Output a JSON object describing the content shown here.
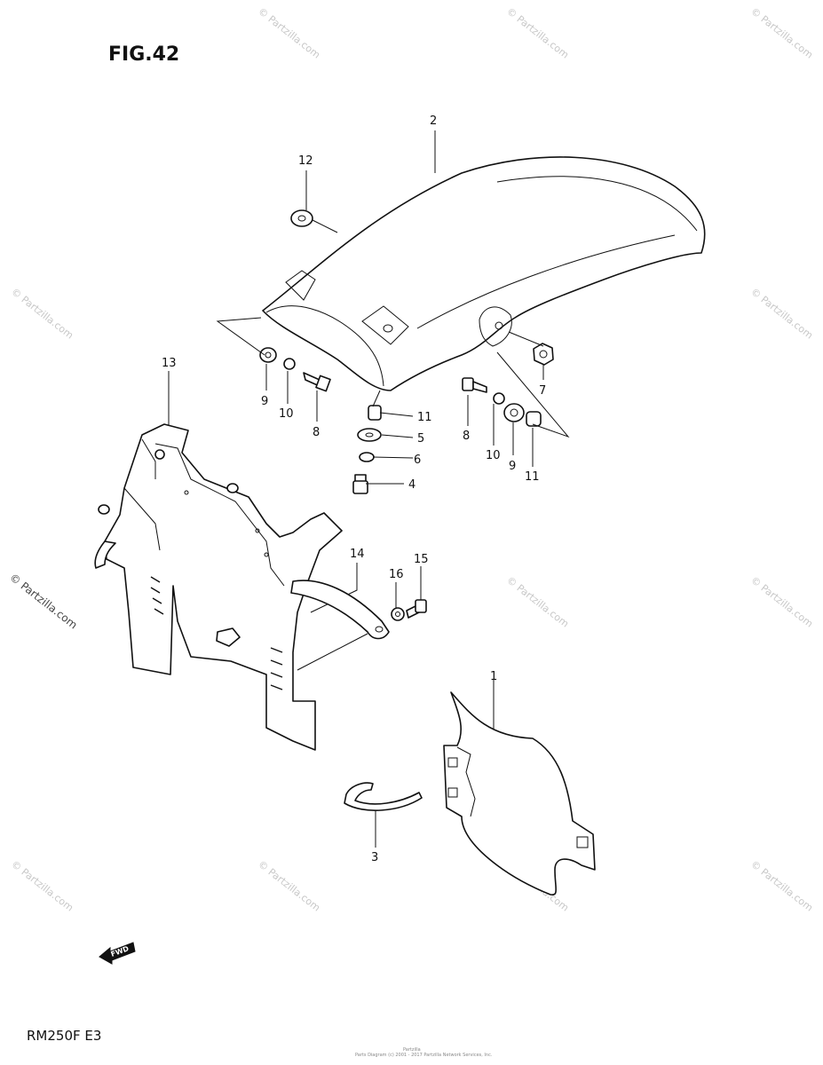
{
  "figure": {
    "title": "FIG.42",
    "model": "RM250F  E3"
  },
  "fwd_label": "FWD",
  "watermark": "© Partzilla.com",
  "footer": {
    "line1": "Partzilla",
    "line2": "Parts Diagram (c) 2001 - 2017 Partzilla Network Services, Inc."
  },
  "callouts": {
    "c1": "1",
    "c2": "2",
    "c3": "3",
    "c4": "4",
    "c5": "5",
    "c6": "6",
    "c7": "7",
    "c8a": "8",
    "c8b": "8",
    "c9a": "9",
    "c9b": "9",
    "c10a": "10",
    "c10b": "10",
    "c11a": "11",
    "c11b": "11",
    "c12": "12",
    "c13": "13",
    "c14": "14",
    "c15": "15",
    "c16": "16"
  }
}
